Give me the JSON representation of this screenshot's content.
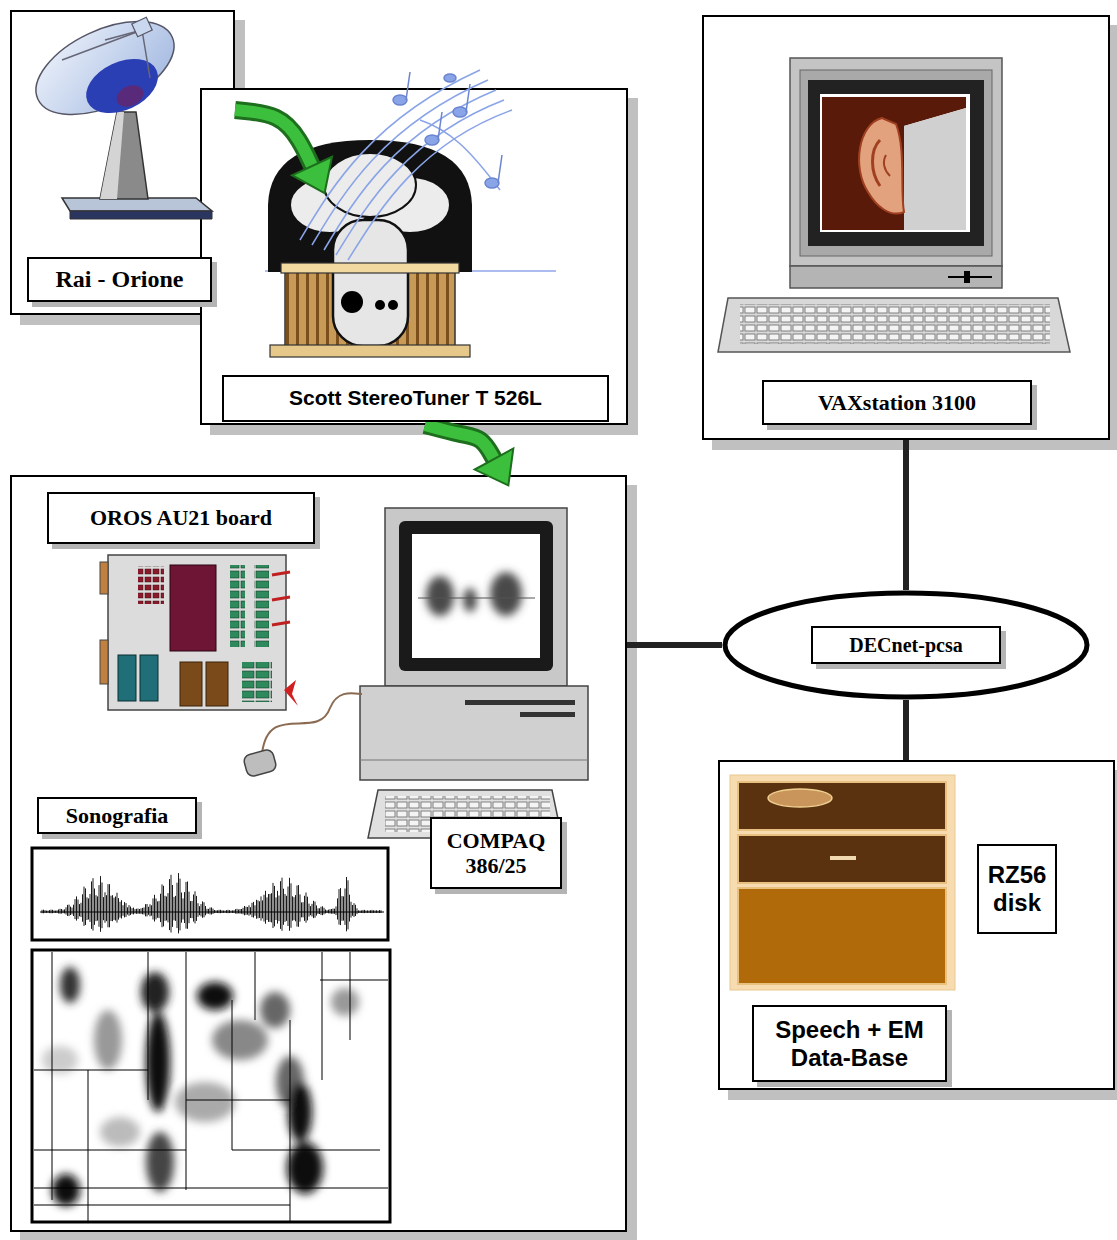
{
  "diagram": {
    "nodes": [
      {
        "text": [
          "Rai - Orione"
        ]
      },
      {
        "text": [
          "Scott StereoTuner T 526L"
        ]
      },
      {
        "text": [
          "VAXstation 3100"
        ]
      },
      {
        "text": [
          "OROS AU21 board",
          "Sonografia",
          "COMPAQ 386/25"
        ]
      },
      {
        "text": [
          "DECnet-pcsa"
        ]
      },
      {
        "text": [
          "RZ56 disk",
          "Speech + EM Data-Base"
        ]
      }
    ],
    "edges": [
      {
        "from": 0,
        "to": 1,
        "arrow": "to"
      },
      {
        "from": 1,
        "to": 3,
        "arrow": "to"
      },
      {
        "from": 3,
        "to": 4,
        "arrow": "none"
      },
      {
        "from": 2,
        "to": 4,
        "arrow": "none"
      },
      {
        "from": 4,
        "to": 5,
        "arrow": "none"
      }
    ]
  }
}
